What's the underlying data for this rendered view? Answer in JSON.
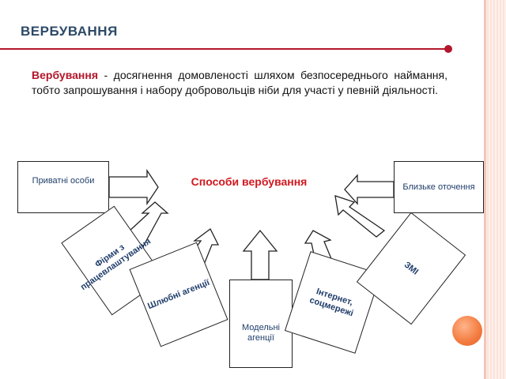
{
  "title": "ВЕРБУВАННЯ",
  "definition": {
    "term": "Вербування",
    "text": " - досягнення домовленості шляхом безпосереднього наймання, тобто запрошування і набору добровольців ніби для участі у певній діяльності."
  },
  "diagram": {
    "center": "Способи вербування",
    "sources": [
      {
        "id": "private",
        "label": "Приватні особи"
      },
      {
        "id": "firms",
        "label": "Фірми з працевлаштування"
      },
      {
        "id": "marriage",
        "label": "Шлюбні агенції"
      },
      {
        "id": "model",
        "label": "Модельні агенції"
      },
      {
        "id": "internet",
        "label": "Інтернет, соцмережі"
      },
      {
        "id": "media",
        "label": "ЗМІ"
      },
      {
        "id": "close",
        "label": "Близьке оточення"
      }
    ]
  },
  "colors": {
    "title": "#2d4a67",
    "accent": "#b3162a",
    "center_label": "#d1181f",
    "box_text": "#1f3d6b",
    "decor_dot": "#f37a3e"
  }
}
